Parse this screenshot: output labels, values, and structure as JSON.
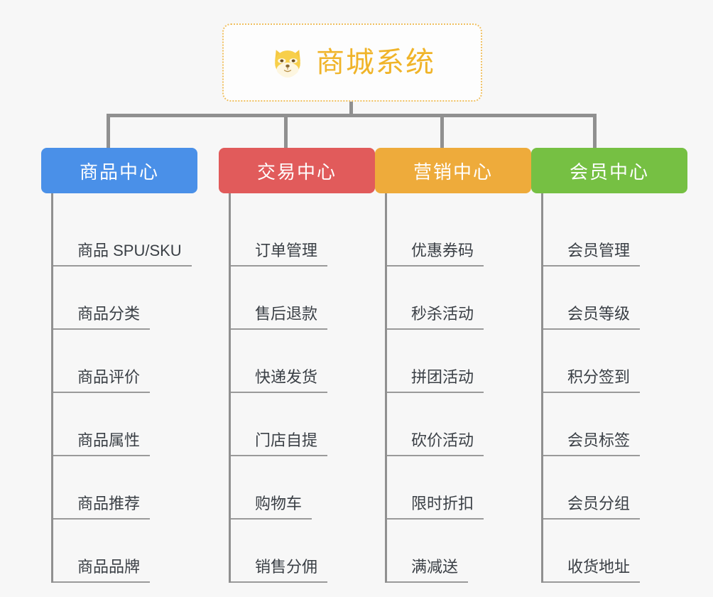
{
  "root": {
    "icon": "shiba-dog-icon",
    "title": "商城系统",
    "accent_color": "#f0b429",
    "border_color": "#f0c060",
    "background": "#fdfdfd"
  },
  "canvas": {
    "background_color": "#f7f7f7",
    "connector_color": "#909090"
  },
  "columns": [
    {
      "title": "商品中心",
      "color": "#4a90e8",
      "items": [
        "商品 SPU/SKU",
        "商品分类",
        "商品评价",
        "商品属性",
        "商品推荐",
        "商品品牌"
      ]
    },
    {
      "title": "交易中心",
      "color": "#e15b5b",
      "items": [
        "订单管理",
        "售后退款",
        "快递发货",
        "门店自提",
        "购物车",
        "销售分佣"
      ]
    },
    {
      "title": "营销中心",
      "color": "#eeab3b",
      "items": [
        "优惠券码",
        "秒杀活动",
        "拼团活动",
        "砍价活动",
        "限时折扣",
        "满减送"
      ]
    },
    {
      "title": "会员中心",
      "color": "#76c043",
      "items": [
        "会员管理",
        "会员等级",
        "积分签到",
        "会员标签",
        "会员分组",
        "收货地址"
      ]
    }
  ]
}
